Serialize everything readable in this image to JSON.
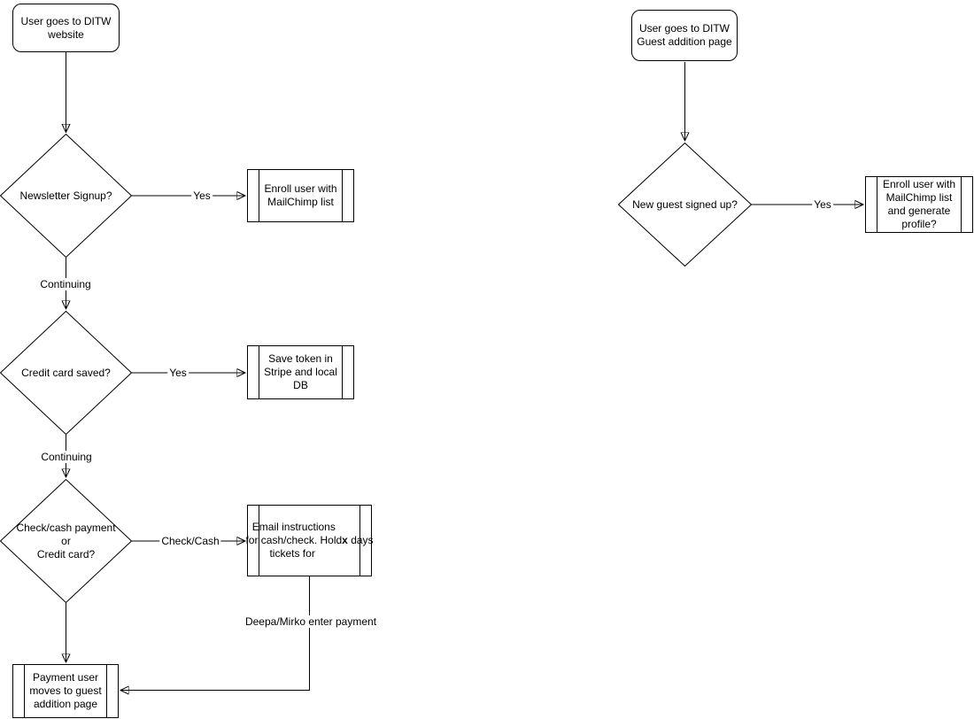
{
  "diagram": {
    "nodes": {
      "start_left": {
        "label": "User goes to DITW\nwebsite"
      },
      "newsletter_signup": {
        "label": "Newsletter Signup?"
      },
      "enroll_mailchimp": {
        "label": "Enroll user with\nMailChimp list"
      },
      "credit_card_saved": {
        "label": "Credit card saved?"
      },
      "save_token": {
        "label": "Save token in\nStripe and local\nDB"
      },
      "payment_method": {
        "label": "Check/cash payment\nor\nCredit card?"
      },
      "email_instructions": {
        "pre": "Email instructions\nfor cash/check. Hold\ntickets for ",
        "bold": "x",
        "post": " days"
      },
      "payment_user_moves": {
        "label": "Payment user\nmoves to guest\naddition page"
      },
      "start_right": {
        "label": "User goes to DITW\nGuest addition page"
      },
      "new_guest_signed_up": {
        "label": "New guest signed up?"
      },
      "enroll_generate_profile": {
        "label": "Enroll user with\nMailChimp list\nand generate\nprofile?"
      }
    },
    "edge_labels": {
      "newsletter_yes": "Yes",
      "newsletter_continuing": "Continuing",
      "credit_yes": "Yes",
      "credit_continuing": "Continuing",
      "payment_check_cash": "Check/Cash",
      "deepa_mirko": "Deepa/Mirko enter payment",
      "new_guest_yes": "Yes"
    },
    "colors": {
      "stroke": "#000000",
      "fill": "#ffffff",
      "text": "#000000"
    }
  }
}
